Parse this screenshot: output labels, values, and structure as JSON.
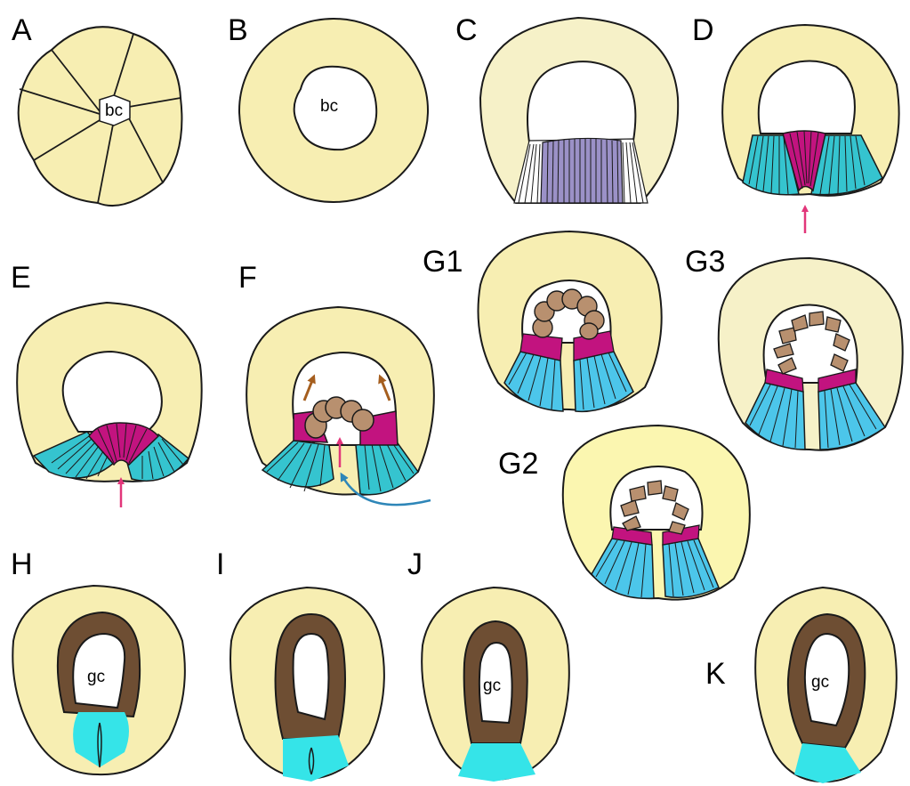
{
  "panels": {
    "A": {
      "label": "A",
      "cavity": "bc"
    },
    "B": {
      "label": "B",
      "cavity": "bc"
    },
    "C": {
      "label": "C"
    },
    "D": {
      "label": "D"
    },
    "E": {
      "label": "E"
    },
    "F": {
      "label": "F"
    },
    "G1": {
      "label": "G1"
    },
    "G2": {
      "label": "G2"
    },
    "G3": {
      "label": "G3"
    },
    "H": {
      "label": "H",
      "cavity": "gc"
    },
    "I": {
      "label": "I"
    },
    "J": {
      "label": "J",
      "cavity": "gc"
    },
    "K": {
      "label": "K",
      "cavity": "gc"
    }
  },
  "colors": {
    "yolk": "#f7eeb2",
    "yolk_pale": "#f6f1c8",
    "cyan": "#35c4cf",
    "light_blue": "#4cc6ea",
    "magenta": "#c2137f",
    "tan": "#b8906f",
    "brown": "#6e4e33",
    "lavender": "#9b91c7",
    "pink_arrow": "#e2367a",
    "brown_arrow": "#a55e1e",
    "blue_arrow": "#2e86b8",
    "bright_cyan": "#35e4e8"
  }
}
